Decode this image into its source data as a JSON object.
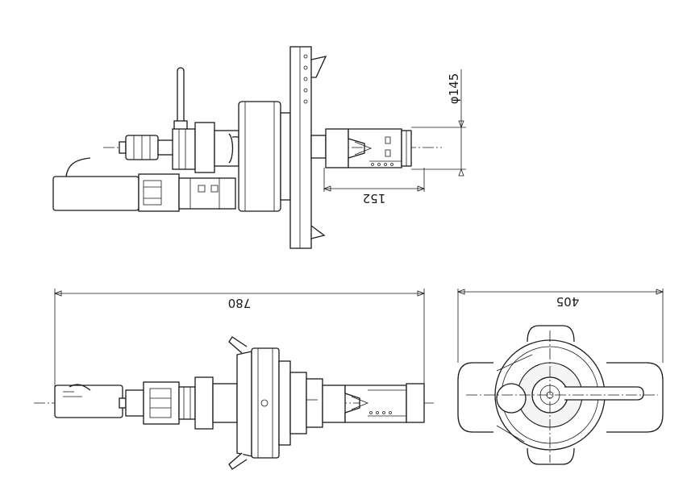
{
  "dimensions": {
    "pipe_diameter": "φ145",
    "mandrel_length": "152",
    "overall_length": "780",
    "overall_width": "405"
  }
}
